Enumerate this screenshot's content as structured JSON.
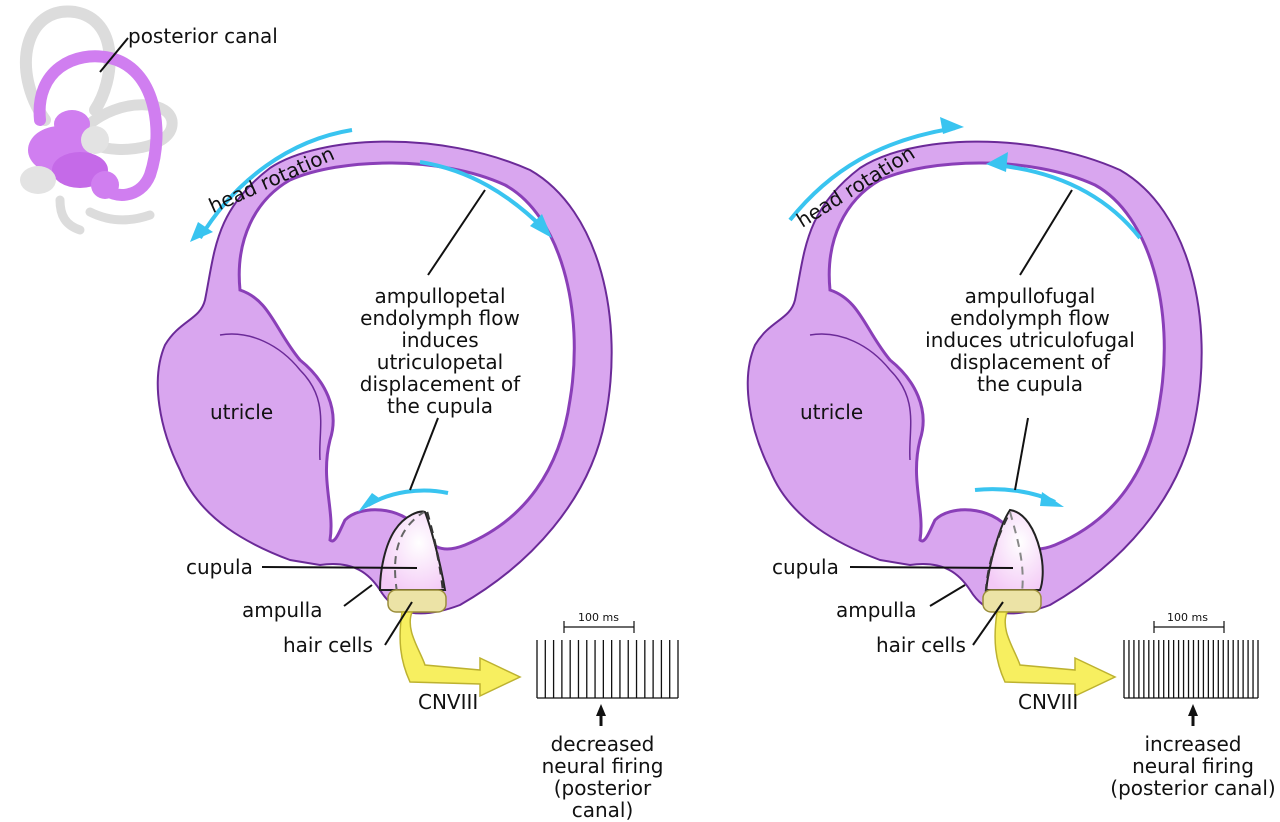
{
  "colors": {
    "canal_fill": "#d9a6ef",
    "canal_dark": "#6b2a98",
    "canal_mid": "#a454d4",
    "arrow_blue": "#39c4f0",
    "nerve_yellow": "#f7ef60",
    "hair_cells": "#ece3a6",
    "inset_purple": "#d07ef0",
    "inset_gray": "#dedede"
  },
  "inset": {
    "label": "posterior canal"
  },
  "panels": [
    {
      "head_rotation": "head rotation",
      "description": [
        "ampullopetal",
        "endolymph flow",
        "induces utriculopetal",
        "displacement of",
        "the cupula"
      ],
      "utricle": "utricle",
      "cupula": "cupula",
      "ampulla": "ampulla",
      "hair_cells": "hair cells",
      "nerve": "CNVIII",
      "scale": "100 ms",
      "firing": [
        "decreased",
        "neural firing",
        "(posterior canal)"
      ],
      "spike_count": 18
    },
    {
      "head_rotation": "head rotation",
      "description": [
        "ampullofugal",
        "endolymph flow",
        "induces utriculofugal",
        "displacement of",
        "the cupula"
      ],
      "utricle": "utricle",
      "cupula": "cupula",
      "ampulla": "ampulla",
      "hair_cells": "hair cells",
      "nerve": "CNVIII",
      "scale": "100 ms",
      "firing": [
        "increased",
        "neural firing",
        "(posterior canal)"
      ],
      "spike_count": 28
    }
  ]
}
